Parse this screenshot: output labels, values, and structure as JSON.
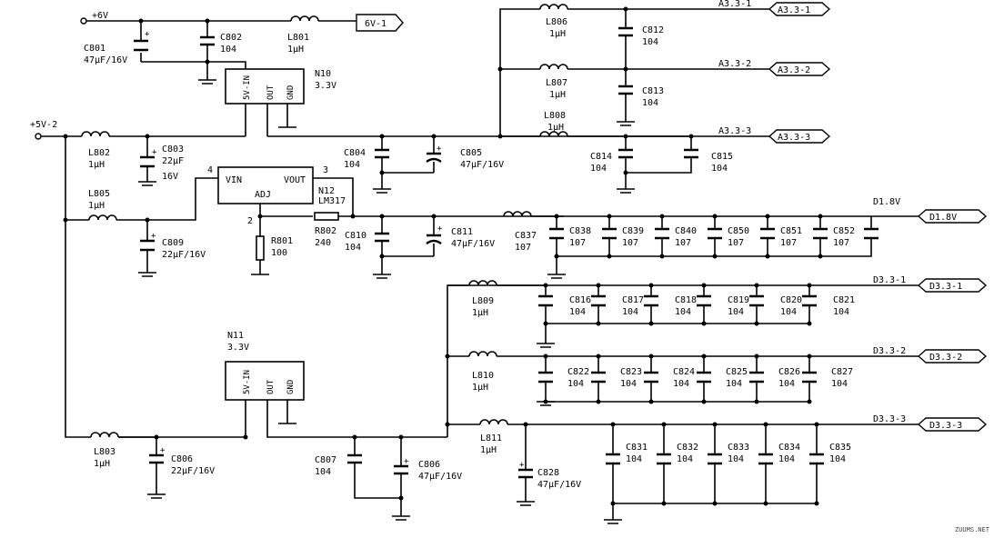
{
  "rails": {
    "plus_6v": "+6V",
    "plus_5v_2": "+5V-2",
    "a33_1": "A3.3-1",
    "a33_2": "A3.3-2",
    "a33_3": "A3.3-3",
    "d18": "D1.8V",
    "d33_1": "D3.3-1",
    "d33_2": "D3.3-2",
    "d33_3": "D3.3-3"
  },
  "ports": {
    "out_6v1": "6V-1",
    "out_a331": "A3.3-1",
    "out_a332": "A3.3-2",
    "out_a333": "A3.3-3",
    "out_d18": "D1.8V",
    "out_d331": "D3.3-1",
    "out_d332": "D3.3-2",
    "out_d333": "D3.3-3"
  },
  "ics": {
    "n10": {
      "ref": "N10",
      "val": "3.3V",
      "pin_in": "5V-IN",
      "pin_out": "OUT",
      "pin_gnd": "GND"
    },
    "n11": {
      "ref": "N11",
      "val": "3.3V",
      "pin_in": "5V-IN",
      "pin_out": "OUT",
      "pin_gnd": "GND"
    },
    "n12": {
      "ref": "N12",
      "val": "LM317",
      "pin_vin": "VIN",
      "pin_vout": "VOUT",
      "pin_adj": "ADJ",
      "pn4": "4",
      "pn3": "3",
      "pn2": "2"
    }
  },
  "parts": {
    "c801": {
      "ref": "C801",
      "val": "47μF/16V"
    },
    "c802": {
      "ref": "C802",
      "val": "104"
    },
    "l801": {
      "ref": "L801",
      "val": "1μH"
    },
    "l802": {
      "ref": "L802",
      "val": "1μH"
    },
    "c803": {
      "ref": "C803",
      "val": "22μF",
      "val2": "16V"
    },
    "l805": {
      "ref": "L805",
      "val": "1μH"
    },
    "c809": {
      "ref": "C809",
      "val": "22μF/16V"
    },
    "l803": {
      "ref": "L803",
      "val": "1μH"
    },
    "c806a": {
      "ref": "C806",
      "val": "22μF/16V"
    },
    "c804": {
      "ref": "C804",
      "val": "104"
    },
    "c805": {
      "ref": "C805",
      "val": "47μF/16V"
    },
    "r801": {
      "ref": "R801",
      "val": "100"
    },
    "r802": {
      "ref": "R802",
      "val": "240"
    },
    "c810": {
      "ref": "C810",
      "val": "104"
    },
    "c811": {
      "ref": "C811",
      "val": "47μF/16V"
    },
    "c837": {
      "ref": "C837",
      "val": "107"
    },
    "c807": {
      "ref": "C807",
      "val": "104"
    },
    "c806b": {
      "ref": "C806",
      "val": "47μF/16V"
    },
    "l806": {
      "ref": "L806",
      "val": "1μH"
    },
    "l807": {
      "ref": "L807",
      "val": "1μH"
    },
    "l808": {
      "ref": "L808",
      "val": "1μH"
    },
    "c812": {
      "ref": "C812",
      "val": "104"
    },
    "c813": {
      "ref": "C813",
      "val": "104"
    },
    "c814": {
      "ref": "C814",
      "val": "104"
    },
    "c815": {
      "ref": "C815",
      "val": "104"
    },
    "l809": {
      "ref": "L809",
      "val": "1μH"
    },
    "l810": {
      "ref": "L810",
      "val": "1μH"
    },
    "l811": {
      "ref": "L811",
      "val": "1μH"
    },
    "c828": {
      "ref": "C828",
      "val": "47μF/16V"
    }
  },
  "cap_rows": {
    "d18": [
      {
        "ref": "C838",
        "val": "107"
      },
      {
        "ref": "C839",
        "val": "107"
      },
      {
        "ref": "C840",
        "val": "107"
      },
      {
        "ref": "C850",
        "val": "107"
      },
      {
        "ref": "C851",
        "val": "107"
      },
      {
        "ref": "C852",
        "val": "107"
      }
    ],
    "d331": [
      {
        "ref": "C816",
        "val": "104"
      },
      {
        "ref": "C817",
        "val": "104"
      },
      {
        "ref": "C818",
        "val": "104"
      },
      {
        "ref": "C819",
        "val": "104"
      },
      {
        "ref": "C820",
        "val": "104"
      },
      {
        "ref": "C821",
        "val": "104"
      }
    ],
    "d332": [
      {
        "ref": "C822",
        "val": "104"
      },
      {
        "ref": "C823",
        "val": "104"
      },
      {
        "ref": "C824",
        "val": "104"
      },
      {
        "ref": "C825",
        "val": "104"
      },
      {
        "ref": "C826",
        "val": "104"
      },
      {
        "ref": "C827",
        "val": "104"
      }
    ],
    "d333": [
      {
        "ref": "C831",
        "val": "104"
      },
      {
        "ref": "C832",
        "val": "104"
      },
      {
        "ref": "C833",
        "val": "104"
      },
      {
        "ref": "C834",
        "val": "104"
      },
      {
        "ref": "C835",
        "val": "104"
      }
    ]
  },
  "watermark": "ZUUMS.NET"
}
